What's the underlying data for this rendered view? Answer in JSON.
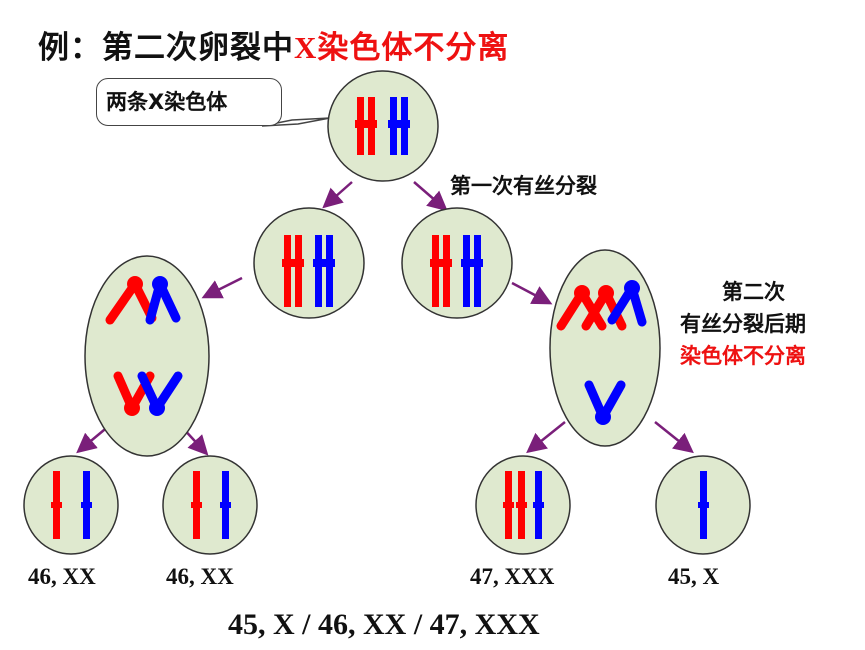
{
  "title": {
    "prefix": "例：第二次卵裂中",
    "highlight": "X染色体不分离"
  },
  "callout": "两条X染色体",
  "labels": {
    "first_division": "第一次有丝分裂",
    "second_line1": "第二次",
    "second_line2": "有丝分裂后期",
    "second_line3": "染色体不分离"
  },
  "karyotypes": [
    "46, XX",
    "46, XX",
    "47, XXX",
    "45, X"
  ],
  "summary": "45, X / 46, XX / 47, XXX",
  "colors": {
    "cell_fill": "#dfe9cf",
    "cell_stroke": "#333333",
    "maternal": "#ff0000",
    "paternal": "#0000ff",
    "arrow": "#7a1f7a",
    "highlight": "#ee1111"
  }
}
